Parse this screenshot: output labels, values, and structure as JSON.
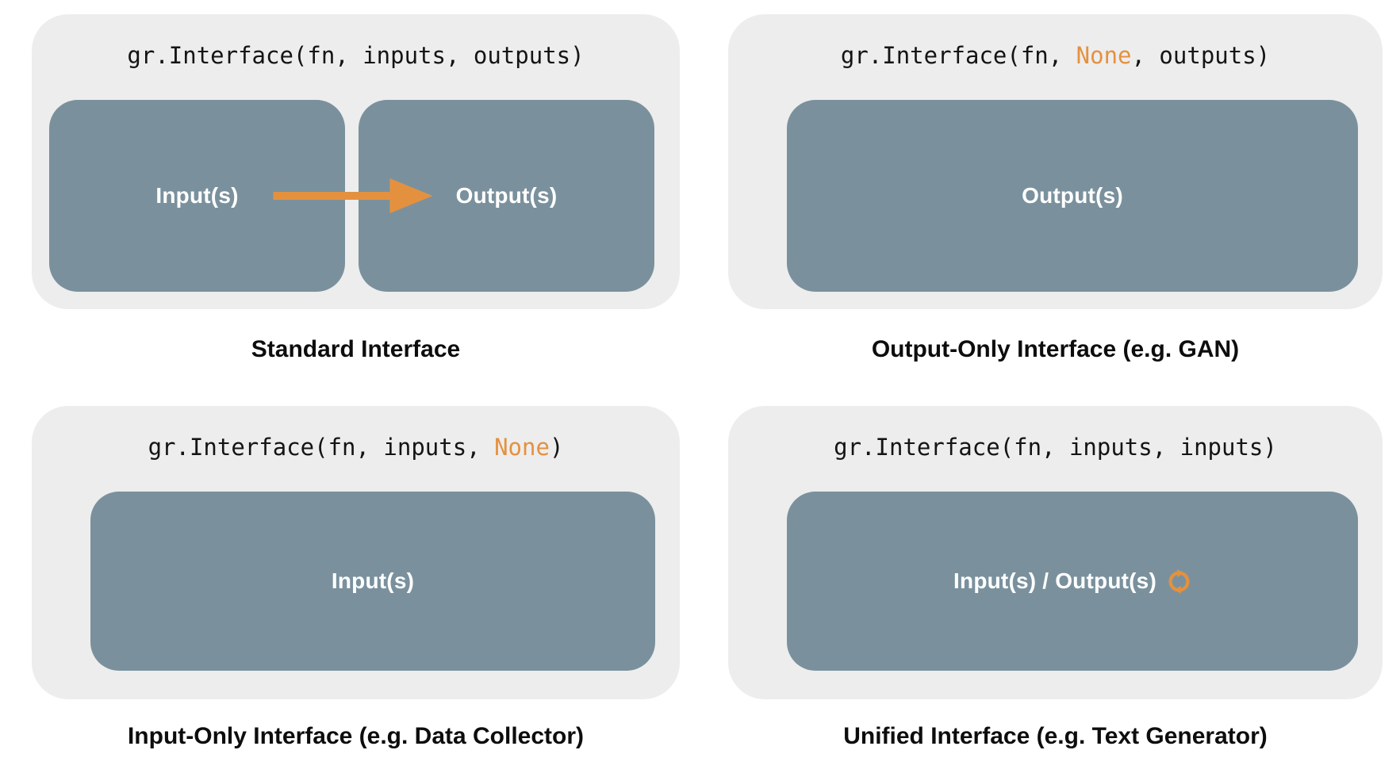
{
  "colors": {
    "accent_orange": "#e4913f",
    "box_slate": "#7a919d",
    "panel_gray": "#ededed",
    "code_text": "#141414",
    "box_label_text": "#ffffff"
  },
  "panels": [
    {
      "id": "standard",
      "code": {
        "pre": "gr.Interface(fn, inputs, outputs)",
        "accent": "",
        "post": ""
      },
      "boxes": [
        {
          "label": "Input(s)"
        },
        {
          "label": "Output(s)"
        }
      ],
      "icon": "arrow-right-icon",
      "caption": "Standard Interface"
    },
    {
      "id": "output-only",
      "code": {
        "pre": "gr.Interface(fn, ",
        "accent": "None",
        "post": ", outputs)"
      },
      "boxes": [
        {
          "label": "Output(s)"
        }
      ],
      "icon": "",
      "caption": "Output-Only Interface (e.g. GAN)"
    },
    {
      "id": "input-only",
      "code": {
        "pre": "gr.Interface(fn, inputs, ",
        "accent": "None",
        "post": ")"
      },
      "boxes": [
        {
          "label": "Input(s)"
        }
      ],
      "icon": "",
      "caption": "Input-Only Interface (e.g. Data Collector)"
    },
    {
      "id": "unified",
      "code": {
        "pre": "gr.Interface(fn, inputs, inputs)",
        "accent": "",
        "post": ""
      },
      "boxes": [
        {
          "label": "Input(s) / Output(s)"
        }
      ],
      "icon": "sync-icon",
      "caption": "Unified Interface (e.g. Text Generator)"
    }
  ]
}
